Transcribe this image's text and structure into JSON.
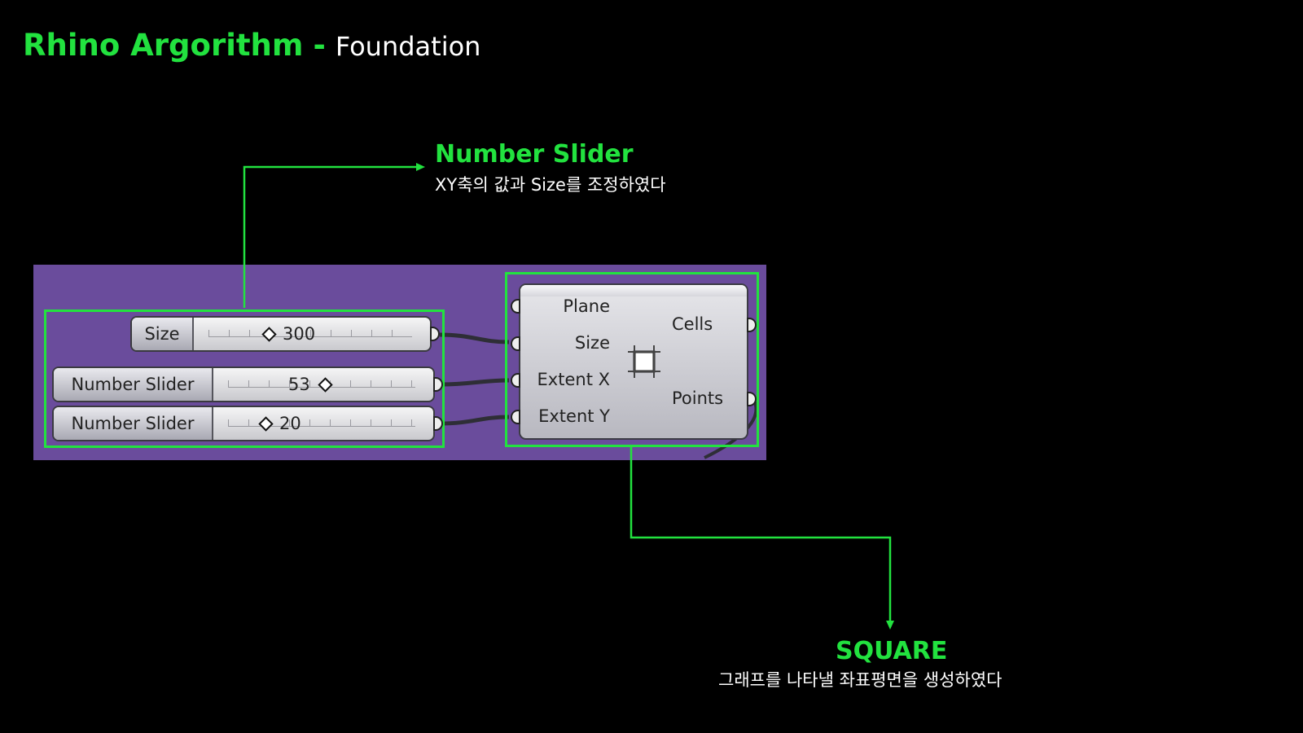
{
  "title": {
    "main": "Rhino Argorithm",
    "separator": "-",
    "sub": "Foundation"
  },
  "callouts": {
    "slider": {
      "title": "Number Slider",
      "desc": "XY축의 값과 Size를 조정하였다"
    },
    "square": {
      "title": "SQUARE",
      "desc": "그래프를 나타낼 좌표평면을 생성하였다"
    }
  },
  "sliders": [
    {
      "label": "Size",
      "value": "300"
    },
    {
      "label": "Number Slider",
      "value": "53"
    },
    {
      "label": "Number Slider",
      "value": "20"
    }
  ],
  "component": {
    "inputs": [
      "Plane",
      "Size",
      "Extent X",
      "Extent Y"
    ],
    "outputs": [
      "Cells",
      "Points"
    ]
  },
  "colors": {
    "highlight": "#22e23f",
    "canvas": "#6a4c9c",
    "background": "#000000"
  }
}
